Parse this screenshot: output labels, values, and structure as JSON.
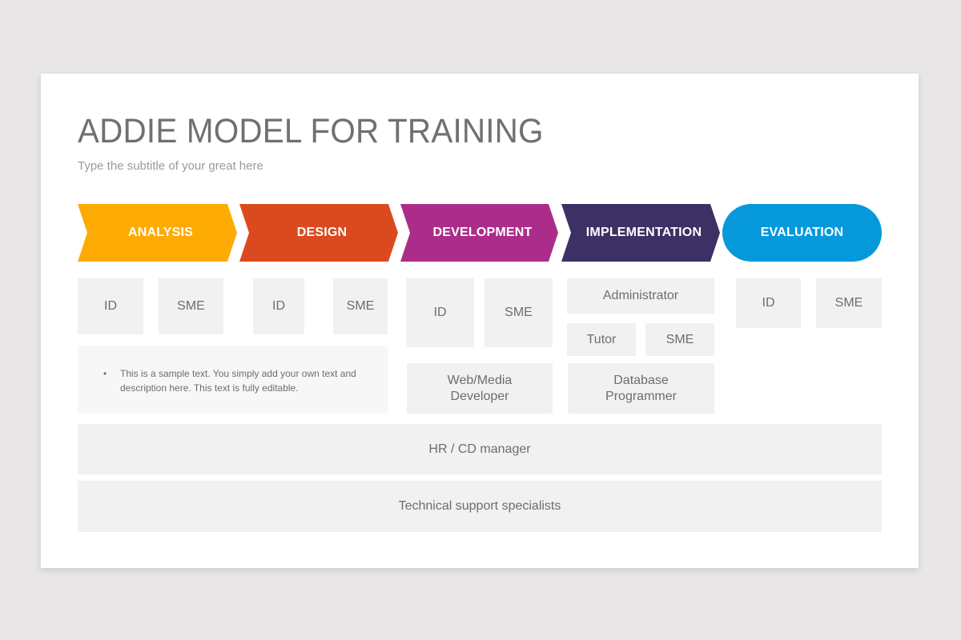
{
  "slide": {
    "title": "ADDIE MODEL FOR TRAINING",
    "subtitle": "Type the subtitle of your great here"
  },
  "phases": [
    {
      "label": "ANALYSIS",
      "color": "#fdab03",
      "shape": "chevron"
    },
    {
      "label": "DESIGN",
      "color": "#db4a1f",
      "shape": "chevron"
    },
    {
      "label": "DEVELOPMENT",
      "color": "#ac2d89",
      "shape": "chevron"
    },
    {
      "label": "IMPLEMENTATION",
      "color": "#3d3064",
      "shape": "chevron"
    },
    {
      "label": "EVALUATION",
      "color": "#0599dc",
      "shape": "pill"
    }
  ],
  "analysis": {
    "roles": [
      "ID",
      "SME"
    ]
  },
  "design": {
    "roles": [
      "ID",
      "SME"
    ]
  },
  "note": {
    "bullet": "•",
    "text": "This is a sample text. You simply add your own text and description here. This text is fully editable."
  },
  "development": {
    "roles": [
      "ID",
      "SME",
      "Web/Media Developer"
    ]
  },
  "implementation": {
    "roles": [
      "Administrator",
      "Tutor",
      "SME",
      "Database Programmer"
    ]
  },
  "evaluation": {
    "roles": [
      "ID",
      "SME"
    ]
  },
  "shared": {
    "bars": [
      "HR / CD manager",
      "Technical support specialists"
    ]
  },
  "colors": {
    "background": "#e8e6e7",
    "slide": "#ffffff",
    "box": "#f1f1f1",
    "text": "#6d6d6d",
    "title": "#707070"
  }
}
